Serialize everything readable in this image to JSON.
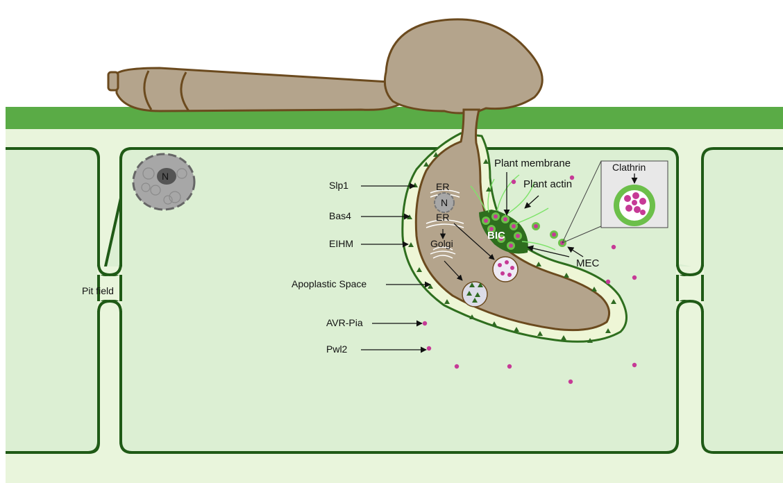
{
  "colors": {
    "cell_fill": "#dcefd3",
    "outer_fill": "#e9f5dc",
    "cell_wall": "#1f5a16",
    "cuticle": "#5aab46",
    "fungus_fill": "#b4a48c",
    "fungus_outline": "#6b4a1e",
    "ehm_fill": "#eef6d6",
    "effector_triangle": "#2f6a22",
    "effector_dot": "#c63a96",
    "big_dark": "#2e6e1e",
    "big_light": "#6cbf4a",
    "actin": "#7ee36a"
  },
  "labels": {
    "nucleus_plant": "N",
    "pit_field": "Pit field",
    "slp1": "Slp1",
    "bas4": "Bas4",
    "eihm": "EIHM",
    "apoplastic_space": "Apoplastic Space",
    "avr_pia": "AVR-Pia",
    "pwl2": "Pwl2",
    "er_top": "ER",
    "nucleus_fungal": "N",
    "er_bottom": "ER",
    "golgi": "Golgi",
    "big": "BIC",
    "plant_membrane": "Plant membrane",
    "plant_actin": "Plant actin",
    "clathrin": "Clathrin",
    "mec": "MEC"
  }
}
